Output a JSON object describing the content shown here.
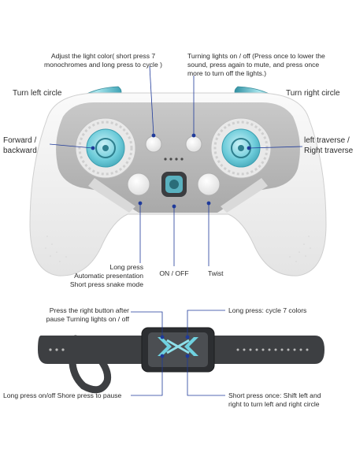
{
  "controller": {
    "light_color": "Adjust the light color( short press 7 monochromes and long press to cycle )",
    "lights": "Turning lights on / off (Press once to lower the sound, press again to mute, and press once more to turn off the lights.)",
    "turn_left": "Turn left circle",
    "turn_right": "Turn right circle",
    "forward_back": "Forward /\nbackward",
    "traverse": "left traverse /\nRight traverse",
    "long_press": "Long press\nAutomatic presentation\nShort press snake mode",
    "on_off": "ON / OFF",
    "twist": "Twist"
  },
  "strap": {
    "right_button": "Press the right button after\npause Turning lights on / off",
    "cycle": "Long press: cycle 7 colors",
    "long_press_pause": "Long press on/off Shore press to pause",
    "short_press": "Short press once: Shift left and\nright to turn left and right circle"
  },
  "colors": {
    "controller_body": "#f2f2f2",
    "controller_face": "#bdbdbd",
    "accent_blue": "#5fc6d6",
    "strap_dark": "#3d3f42",
    "callout_line": "#1f3a9a"
  }
}
